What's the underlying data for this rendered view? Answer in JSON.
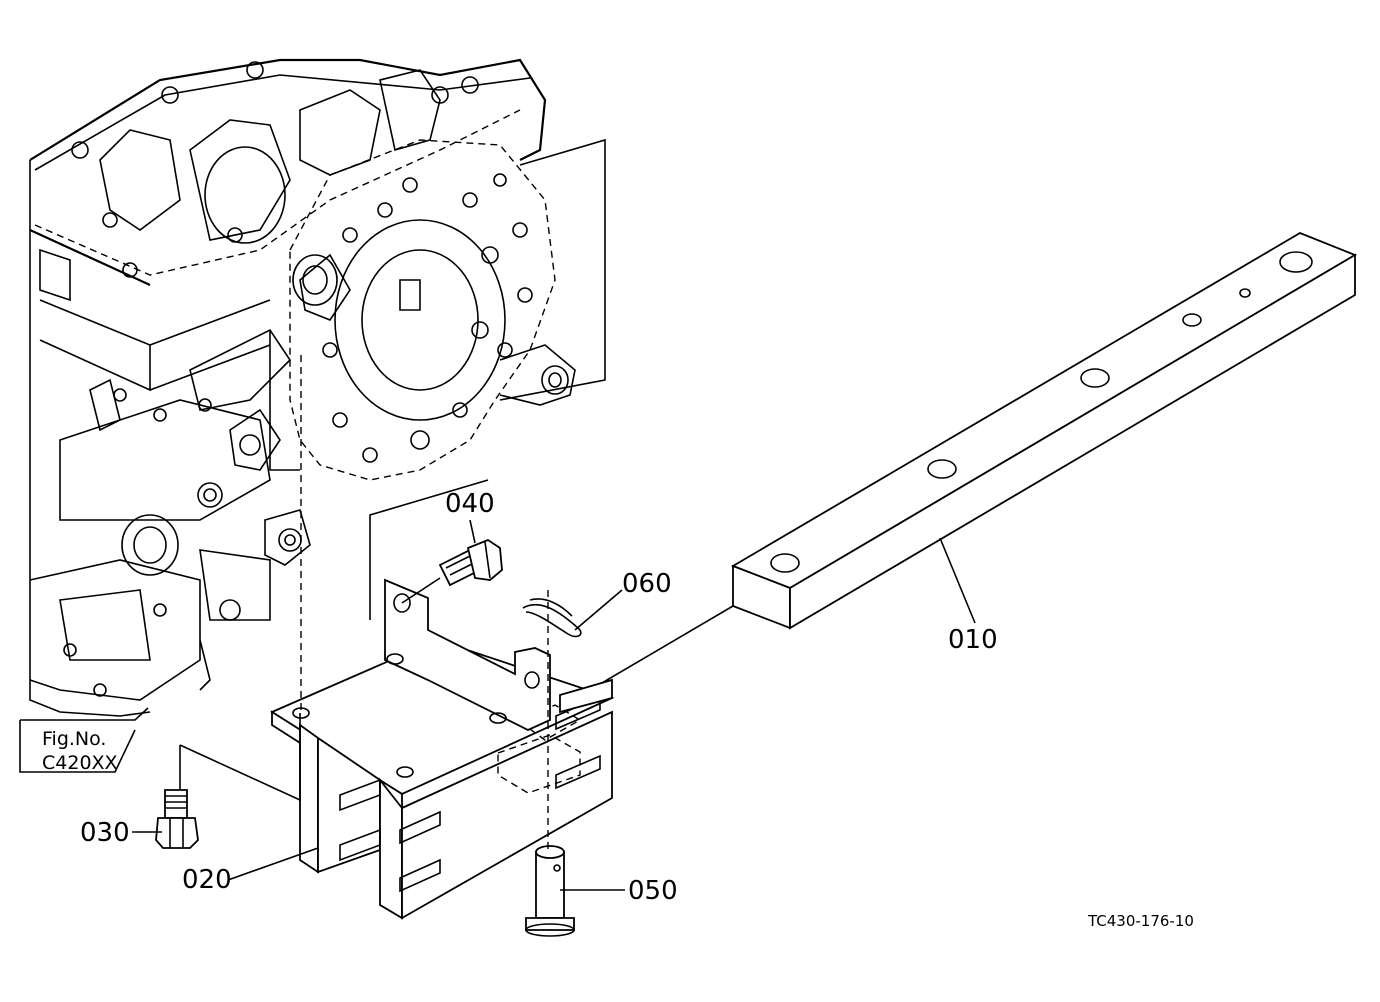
{
  "diagram": {
    "figure_reference": {
      "line1": "Fig.No.",
      "line2": "C420XX"
    },
    "drawing_code": "TC430-176-10",
    "callouts": [
      {
        "id": "010",
        "label": "010"
      },
      {
        "id": "020",
        "label": "020"
      },
      {
        "id": "030",
        "label": "030"
      },
      {
        "id": "040",
        "label": "040"
      },
      {
        "id": "050",
        "label": "050"
      },
      {
        "id": "060",
        "label": "060"
      }
    ]
  }
}
